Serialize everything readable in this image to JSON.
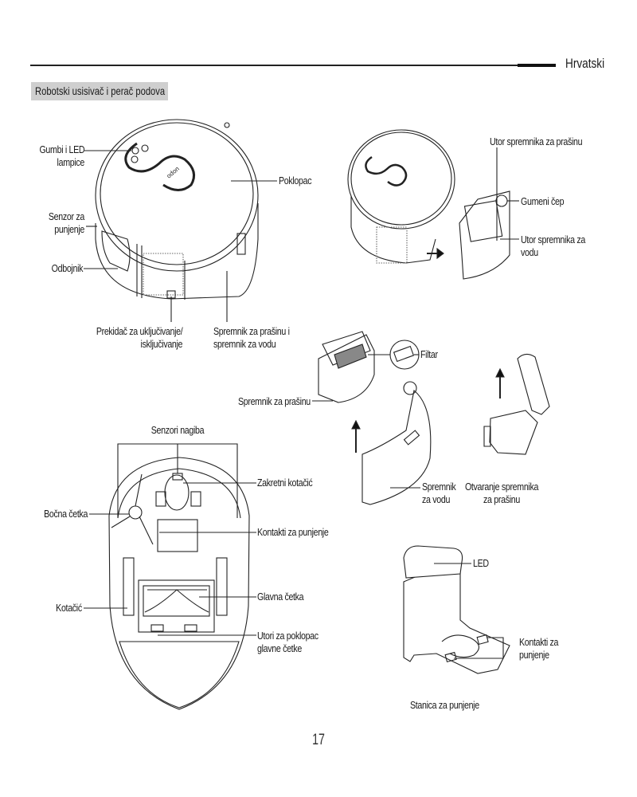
{
  "header": {
    "language": "Hrvatski",
    "section_title": "Robotski usisivač i perač podova"
  },
  "figure_top_left": {
    "labels": {
      "buttons_leds_line1": "Gumbi i LED",
      "buttons_leds_line2": "lampice",
      "cover": "Poklopac",
      "charging_sensor_line1": "Senzor za",
      "charging_sensor_line2": "punjenje",
      "bumper": "Odbojnik",
      "power_switch_line1": "Prekidač za uključivanje/",
      "power_switch_line2": "isključivanje",
      "tanks_line1": "Spremnik za prašinu i",
      "tanks_line2": "spremnik za vodu"
    }
  },
  "figure_top_right": {
    "labels": {
      "dust_bin_slot": "Utor spremnika za prašinu",
      "rubber_plug": "Gumeni čep",
      "water_tank_slot_line1": "Utor spremnika za",
      "water_tank_slot_line2": "vodu"
    }
  },
  "figure_middle": {
    "labels": {
      "filter": "Filtar",
      "dust_bin": "Spremnik za prašinu",
      "water_tank_line1": "Spremnik",
      "water_tank_line2": "za vodu",
      "opening_bin_line1": "Otvaranje spremnika",
      "opening_bin_line2": "za prašinu"
    }
  },
  "figure_bottom_left": {
    "labels": {
      "tilt_sensors": "Senzori nagiba",
      "swivel_wheel": "Zakretni kotačić",
      "side_brush": "Bočna četka",
      "charging_contacts": "Kontakti za punjenje",
      "wheel": "Kotačić",
      "main_brush": "Glavna četka",
      "brush_cover_slots_line1": "Utori za poklopac",
      "brush_cover_slots_line2": "glavne četke"
    }
  },
  "figure_bottom_right": {
    "labels": {
      "led": "LED",
      "charging_contacts_line1": "Kontakti za",
      "charging_contacts_line2": "punjenje",
      "caption": "Stanica za punjenje"
    }
  },
  "footer": {
    "page_number": "17"
  },
  "logo_text": "odon"
}
